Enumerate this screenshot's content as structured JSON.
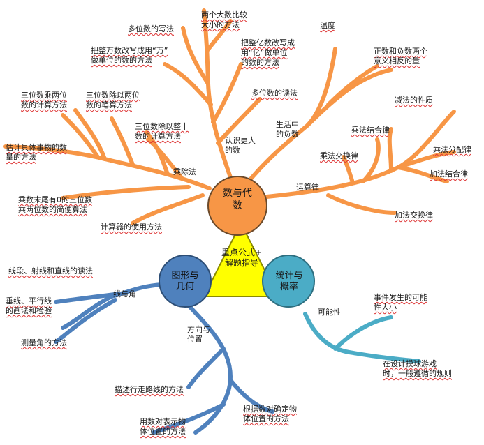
{
  "center": {
    "title": "重点公式+\n解题指导"
  },
  "hubs": {
    "algebra": "数与代\n数",
    "geometry": "图形与\n几何",
    "stats": "统计与\n概率"
  },
  "algebra": {
    "big_numbers": {
      "label": "认识更大\n的数",
      "items": [
        "多位数的写法",
        "两个大数比较\n大小的方法",
        "把整万数改写成用“万”\n做单位的数的方法",
        "把整亿数改写成\n用“亿”做单位\n的数的方法",
        "多位数的读法"
      ]
    },
    "mul_div": {
      "label": "乘除法",
      "items": [
        "三位数乘两位\n数的计算方法",
        "三位数除以两位\n数的笔算方法",
        "三位数除以整十\n数的计算方法",
        "估计具体事物的数\n量的方法",
        "乘数末尾有0的三位数\n乘两位数的简便算法",
        "计算器的使用方法"
      ]
    },
    "negatives": {
      "label": "生活中\n的负数",
      "items": [
        "温度",
        "正数和负数两个\n意义相反的量"
      ]
    },
    "laws": {
      "label": "运算律",
      "items": [
        "减法的性质",
        "乘法结合律",
        "乘法分配律",
        "乘法交换律",
        "加法结合律",
        "加法交换律"
      ]
    }
  },
  "geometry": {
    "lines": {
      "label": "线与角",
      "items": [
        "线段、射线和直线的读法",
        "垂线、平行线\n的画法和检验",
        "测量角的方法"
      ]
    },
    "position": {
      "label": "方向与\n位置",
      "items": [
        "描述行走路线的方法",
        "用数对表示物\n体位置的方法",
        "根据数对确定物\n体位置的方法"
      ]
    }
  },
  "stats": {
    "possibility": {
      "label": "可能性",
      "items": [
        "事件发生的可能\n性大小",
        "在设计摸球游戏\n时，一般遵循的规则"
      ]
    }
  },
  "colors": {
    "orange": "#f79646",
    "orange_edge": "#6b4a2b",
    "blue": "#4f81bd",
    "blue_edge": "#2c4d75",
    "teal": "#4bacc6",
    "teal_edge": "#2e6f80",
    "yellow": "#ffff00"
  }
}
